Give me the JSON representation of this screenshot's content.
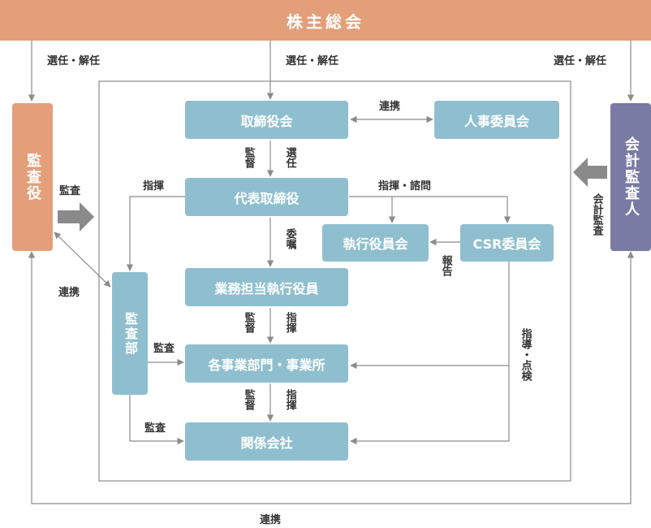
{
  "nodes": {
    "shareholders": "株主総会",
    "auditors": "監査役",
    "accounting_auditor": "会計監査人",
    "board": "取締役会",
    "hr_committee": "人事委員会",
    "representative": "代表取締役",
    "executive_committee": "執行役員会",
    "csr_committee": "CSR委員会",
    "executive_officers": "業務担当執行役員",
    "internal_audit": "監査部",
    "divisions": "各事業部門・事業所",
    "affiliates": "関係会社"
  },
  "labels": {
    "elect_dismiss_left": "選任・解任",
    "elect_dismiss_center": "選任・解任",
    "elect_dismiss_right": "選任・解任",
    "cooperation_board_hr": "連携",
    "audit_auditors": "監査",
    "accounting_audit": "会計監査",
    "supervise_board": "監督",
    "elect_board": "選任",
    "command_audit": "指揮",
    "command_inquiry": "指揮・諮問",
    "delegate": "委嘱",
    "report": "報告",
    "cooperation_auditor_audit": "連携",
    "supervise_officers": "監督",
    "command_officers": "指揮",
    "audit_divisions": "監査",
    "guidance_inspection": "指導・点検",
    "supervise_divisions": "監督",
    "command_divisions": "指揮",
    "audit_affiliates": "監査",
    "cooperation_bottom": "連携"
  },
  "colors": {
    "orange": "#e39f7a",
    "blue": "#8fbfcf",
    "purple": "#7a7ba4",
    "line": "#8c8c8c",
    "arrow": "#8a8a8a"
  }
}
